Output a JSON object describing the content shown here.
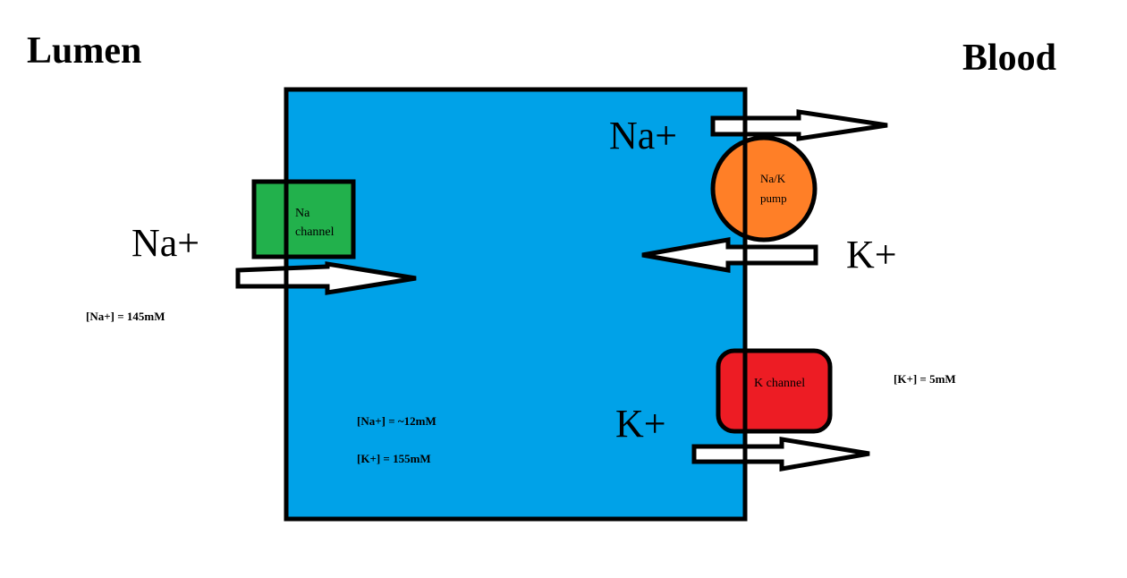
{
  "labels": {
    "lumen": "Lumen",
    "blood": "Blood"
  },
  "colors": {
    "cell": "#00a2e8",
    "na_channel": "#22b14c",
    "pump": "#ff7f27",
    "k_channel": "#ed1c24",
    "outline": "#000000",
    "arrow_fill": "#ffffff"
  },
  "ions": {
    "lumen_na": "Na+",
    "pump_na": "Na+",
    "pump_k": "K+",
    "channel_k": "K+"
  },
  "transporters": {
    "na_channel": [
      "Na",
      "channel"
    ],
    "pump": [
      "Na/K",
      "pump"
    ],
    "k_channel": "K channel"
  },
  "concentrations": {
    "lumen_na": "[Na+] = 145mM",
    "cell_na": "[Na+] = ~12mM",
    "cell_k": "[K+] = 155mM",
    "blood_k": "[K+] = 5mM"
  }
}
